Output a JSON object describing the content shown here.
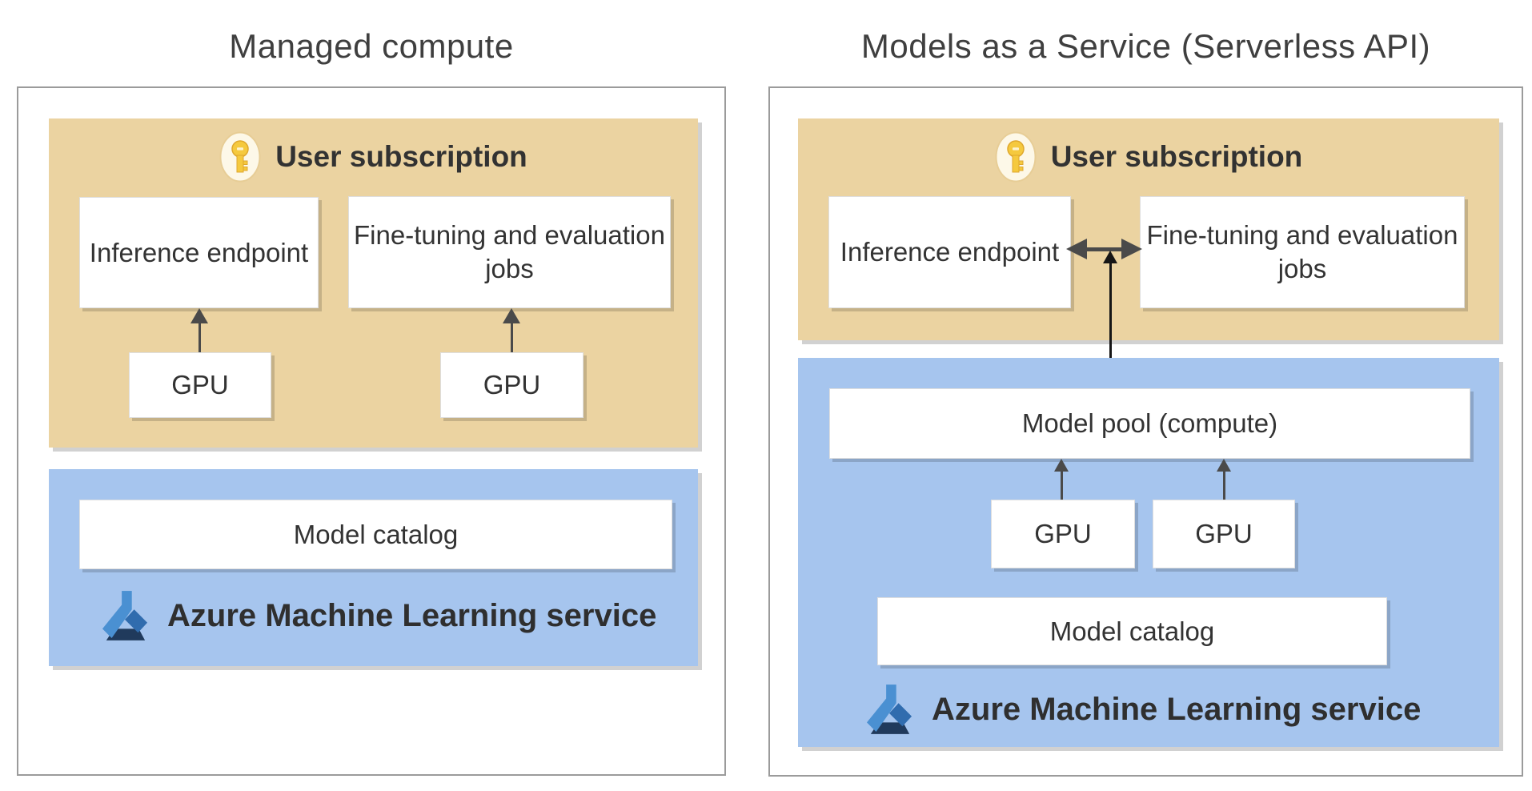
{
  "left": {
    "title": "Managed compute",
    "subscription": "User subscription",
    "inference": "Inference endpoint",
    "finetune": "Fine-tuning and evaluation jobs",
    "gpu_left": "GPU",
    "gpu_right": "GPU",
    "catalog": "Model catalog",
    "service": "Azure Machine Learning service"
  },
  "right": {
    "title": "Models as a Service (Serverless API)",
    "subscription": "User subscription",
    "inference": "Inference endpoint",
    "finetune": "Fine-tuning and evaluation jobs",
    "model_pool": "Model pool (compute)",
    "gpu_left": "GPU",
    "gpu_right": "GPU",
    "catalog": "Model catalog",
    "service": "Azure Machine Learning service"
  },
  "icons": {
    "subscription": "key-icon",
    "service": "azure-ml-flask-icon"
  },
  "colors": {
    "subscription_zone_bg": "#ebd3a1",
    "service_zone_bg": "#a6c5ee",
    "arrow": "#4a4a4a",
    "connector": "#161616",
    "text": "#3b3b3b",
    "key_gold": "#f5c93e",
    "azure_blue_light": "#4a90d2",
    "azure_blue_mid": "#306cae",
    "azure_blue_dark": "#203a5c"
  }
}
